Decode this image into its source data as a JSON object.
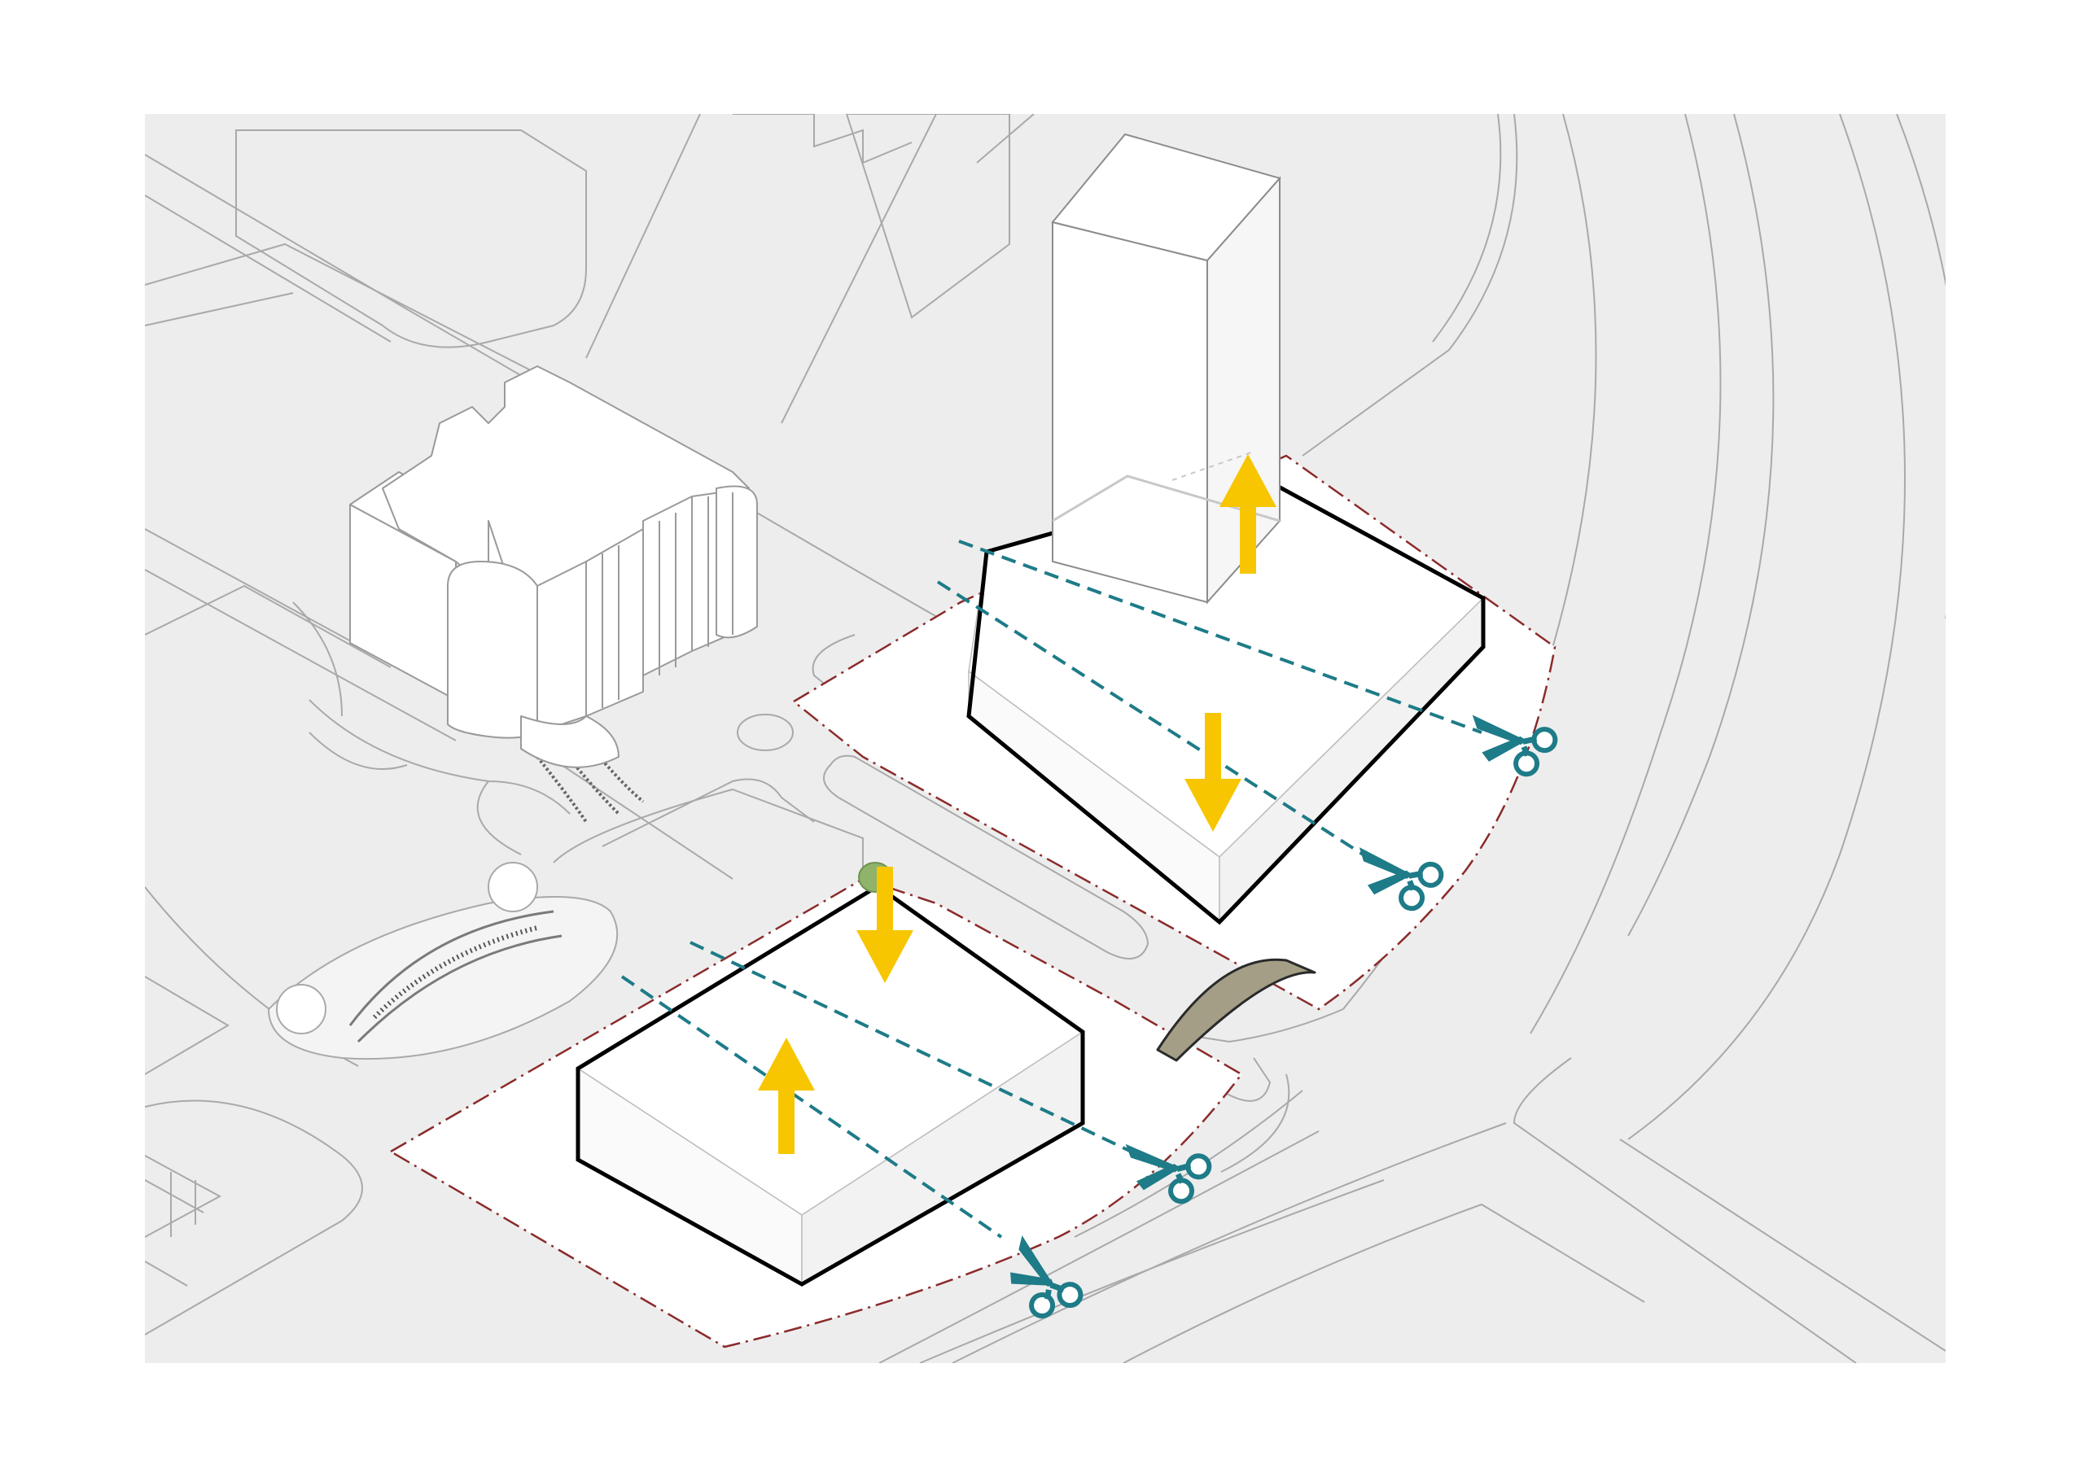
{
  "diagram": {
    "colors": {
      "page": "#ffffff",
      "ground": "#ededed",
      "road_line": "#a9a9a9",
      "massing_fill": "#ffffff",
      "massing_outline": "#000000",
      "site_boundary": "#8b2b2b",
      "cut_line": "#1e7b88",
      "scissors": "#1e7b88",
      "arrow": "#f7c600",
      "bridge": "#a39e85",
      "tree": "#8fb36a"
    },
    "arrows": [
      {
        "id": "tower-podium",
        "direction": "up"
      },
      {
        "id": "north-block",
        "direction": "down"
      },
      {
        "id": "south-block-top",
        "direction": "down"
      },
      {
        "id": "south-block",
        "direction": "up"
      }
    ],
    "cut_lines": [
      {
        "id": "north-upper",
        "icon": "scissors-icon"
      },
      {
        "id": "north-lower",
        "icon": "scissors-icon"
      },
      {
        "id": "south-upper",
        "icon": "scissors-icon"
      },
      {
        "id": "south-lower",
        "icon": "scissors-icon"
      }
    ]
  }
}
